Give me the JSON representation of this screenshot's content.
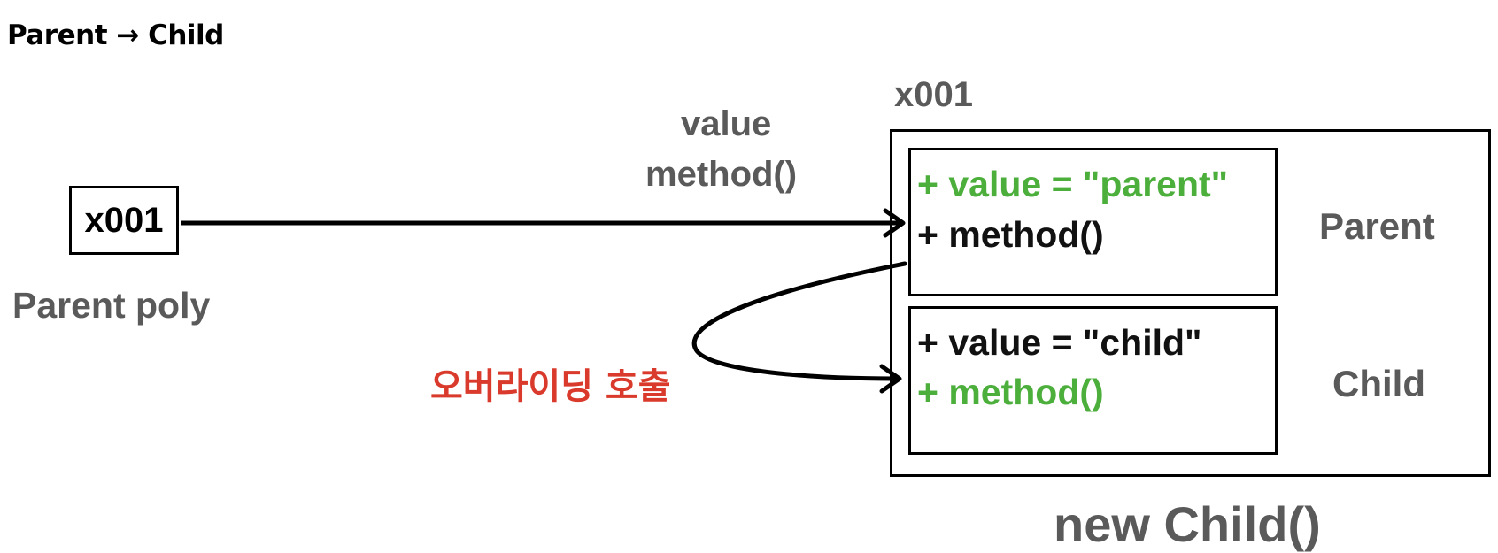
{
  "heading": "Parent → Child",
  "reference": {
    "address": "x001",
    "caption": "Parent poly"
  },
  "arrow_labels": [
    "value",
    "method()"
  ],
  "instance": {
    "address": "x001",
    "label": "new Child()",
    "parent": {
      "label": "Parent",
      "members": [
        "+ value = \"parent\"",
        "+ method()"
      ]
    },
    "child": {
      "label": "Child",
      "members": [
        "+ value = \"child\"",
        "+ method()"
      ]
    }
  },
  "override_label": "오버라이딩 호출",
  "colors": {
    "highlight_green": "#4caf3c",
    "call_red": "#d93a2b",
    "label_gray": "#5a5a5a"
  }
}
